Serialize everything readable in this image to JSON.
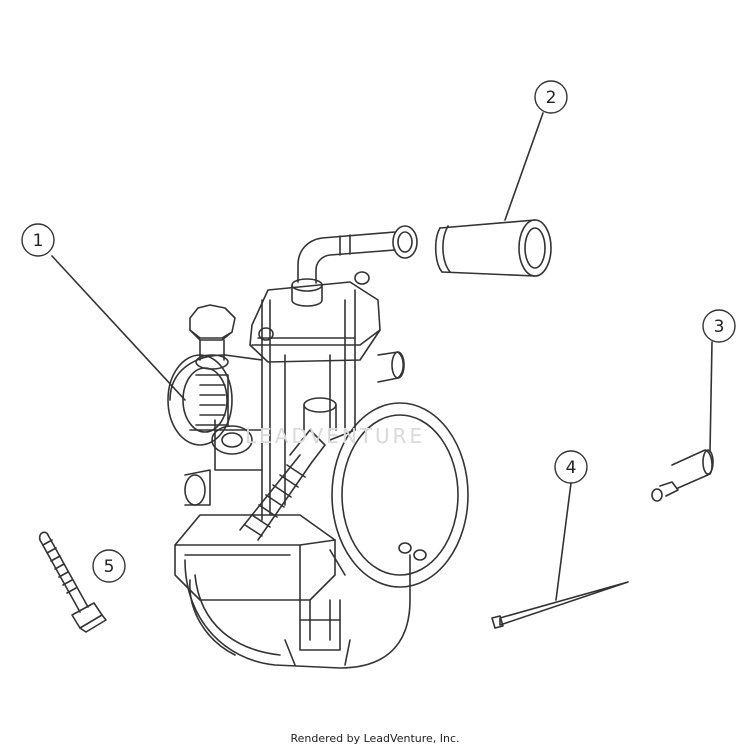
{
  "callouts": [
    {
      "number": "1",
      "part": "carburetor"
    },
    {
      "number": "2",
      "part": "rubber-sleeve"
    },
    {
      "number": "3",
      "part": "jet"
    },
    {
      "number": "4",
      "part": "jet-needle"
    },
    {
      "number": "5",
      "part": "screw"
    }
  ],
  "watermark": "LEADVENTURE",
  "footer": "Rendered by LeadVenture, Inc.",
  "colors": {
    "line": "#333333",
    "watermark": "#d9d9d9"
  }
}
